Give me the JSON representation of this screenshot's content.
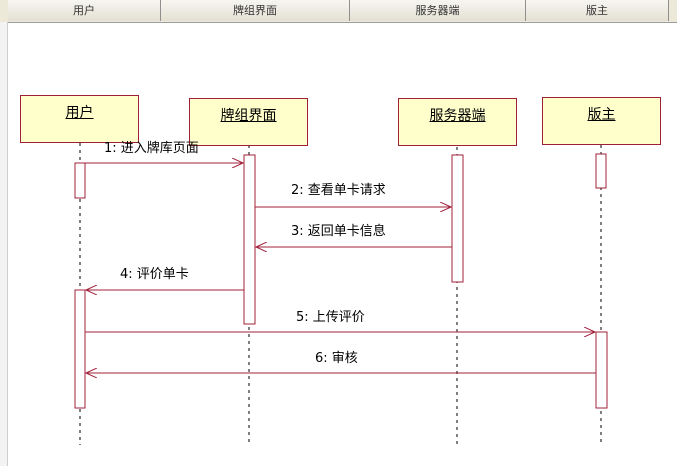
{
  "columns": [
    "用户",
    "牌组界面",
    "服务器端",
    "版主"
  ],
  "lifelines": [
    {
      "label": "用户"
    },
    {
      "label": "牌组界面"
    },
    {
      "label": "服务器端"
    },
    {
      "label": "版主"
    }
  ],
  "messages": [
    {
      "label": "1: 进入牌库页面",
      "from": 0,
      "to": 1
    },
    {
      "label": "2: 查看单卡请求",
      "from": 1,
      "to": 2
    },
    {
      "label": "3: 返回单卡信息",
      "from": 2,
      "to": 1
    },
    {
      "label": "4: 评价单卡",
      "from": 1,
      "to": 0
    },
    {
      "label": "5: 上传评价",
      "from": 0,
      "to": 3
    },
    {
      "label": "6: 审核",
      "from": 3,
      "to": 0
    }
  ],
  "colors": {
    "line": "#a0203a",
    "box_fill": "#ffffcc",
    "activation_fill": "#ffffff"
  }
}
